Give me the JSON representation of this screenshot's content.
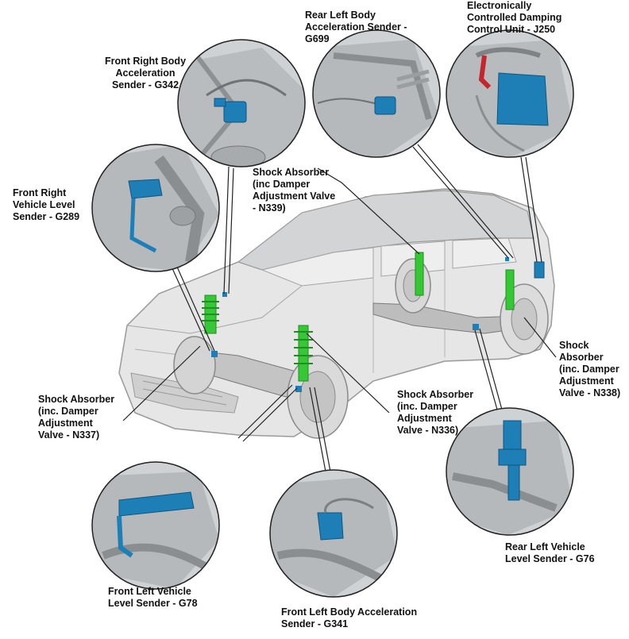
{
  "colors": {
    "component": "#1e7fb6",
    "component_dark": "#0d5680",
    "shock": "#36c736",
    "shock_dark": "#1f8f1f",
    "body": "#e6e6e6",
    "body_line": "#9a9a9a",
    "inset_bg": "#cfd2d4",
    "line": "#222222"
  },
  "labels": {
    "front_right_body_accel": "Front Right Body\nAcceleration\nSender - G342",
    "rear_left_body_accel": "Rear Left Body\nAcceleration Sender -\nG699",
    "damping_control_unit": "Electronically\nControlled Damping\nControl Unit - J250",
    "front_right_level": "Front Right\nVehicle Level\nSender - G289",
    "shock_n339": "Shock Absorber\n(inc Damper\nAdjustment Valve\n- N339)",
    "shock_n338": "Shock\nAbsorber\n(inc. Damper\nAdjustment\nValve - N338)",
    "shock_n337": "Shock Absorber\n(inc. Damper\nAdjustment\nValve - N337)",
    "shock_n336": "Shock Absorber\n(inc. Damper\nAdjustment\nValve - N336)",
    "rear_left_level": "Rear Left Vehicle\nLevel Sender - G76",
    "front_left_level": "Front Left Vehicle\nLevel Sender - G78",
    "front_left_body_accel": "Front Left Body Acceleration\nSender - G341"
  }
}
